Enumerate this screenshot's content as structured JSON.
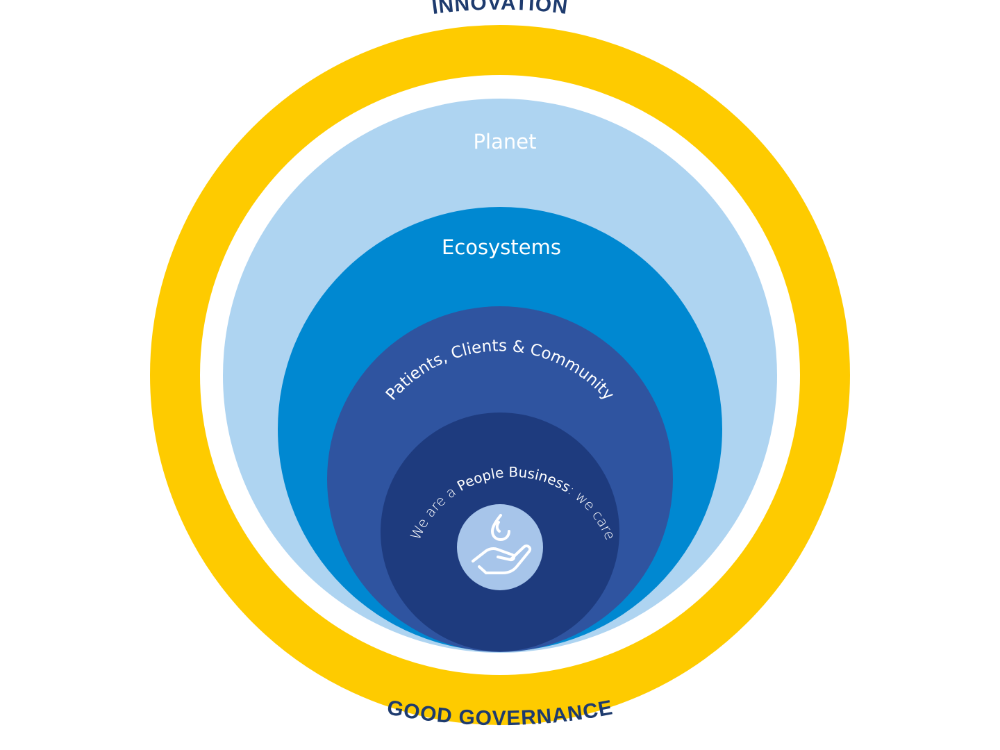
{
  "diagram": {
    "outer_top_label": "INNOVATION",
    "outer_bottom_label": "GOOD GOVERNANCE",
    "layers": {
      "planet": "Planet",
      "ecosystems": "Ecosystems",
      "patients": "Patients, Clients & Community"
    },
    "core": {
      "prefix": "We are a ",
      "emphasis": "People Business",
      "suffix": ": we care",
      "icon": "hand-holding-drop-icon"
    },
    "colors": {
      "governance_ring": "#fecb00",
      "planet": "#aed4f1",
      "ecosystems": "#0088d1",
      "patients": "#2f54a0",
      "core": "#1e3b7e",
      "icon_badge": "#a7c5ea",
      "ring_text": "#1e3b6e",
      "layer_text": "#ffffff"
    }
  }
}
